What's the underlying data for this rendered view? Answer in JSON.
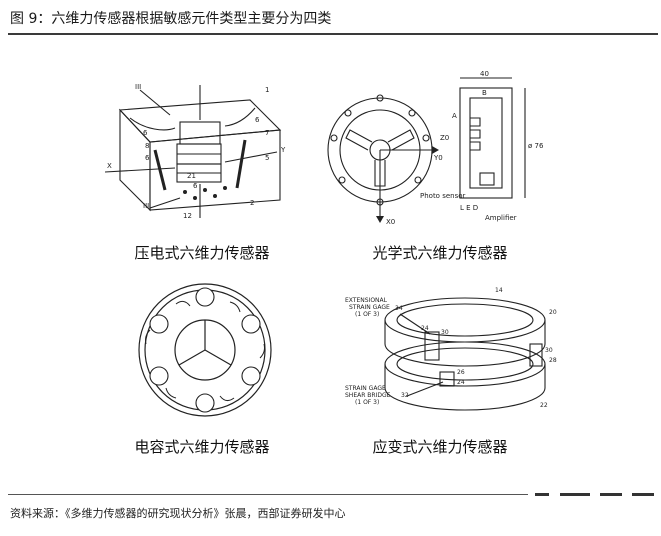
{
  "figure": {
    "title": "图 9：六维力传感器根据敏感元件类型主要分为四类",
    "source": "资料来源：《多维力传感器的研究现状分析》张晨，西部证券研发中心"
  },
  "panels": [
    {
      "caption": "压电式六维力传感器",
      "labels": [
        "III",
        "1",
        "6",
        "8",
        "6",
        "6",
        "X",
        "Y",
        "7",
        "5",
        "21",
        "6",
        "2",
        "III",
        "12"
      ]
    },
    {
      "caption": "光学式六维力传感器",
      "labels": [
        "40",
        "B",
        "A",
        "Z0",
        "Y0",
        "X0",
        "ø 76",
        "Photo sensor",
        "L E D",
        "Amplifier"
      ]
    },
    {
      "caption": "电容式六维力传感器",
      "labels": []
    },
    {
      "caption": "应变式六维力传感器",
      "labels": [
        "14",
        "EXTENSIONAL",
        "STRAIN GAGE",
        "(1 OF 3)",
        "34",
        "20",
        "24",
        "30",
        "30",
        "28",
        "26",
        "24",
        "STRAIN GAGE",
        "SHEAR BRIDGE",
        "(1 OF 3)",
        "32",
        "22"
      ]
    }
  ]
}
